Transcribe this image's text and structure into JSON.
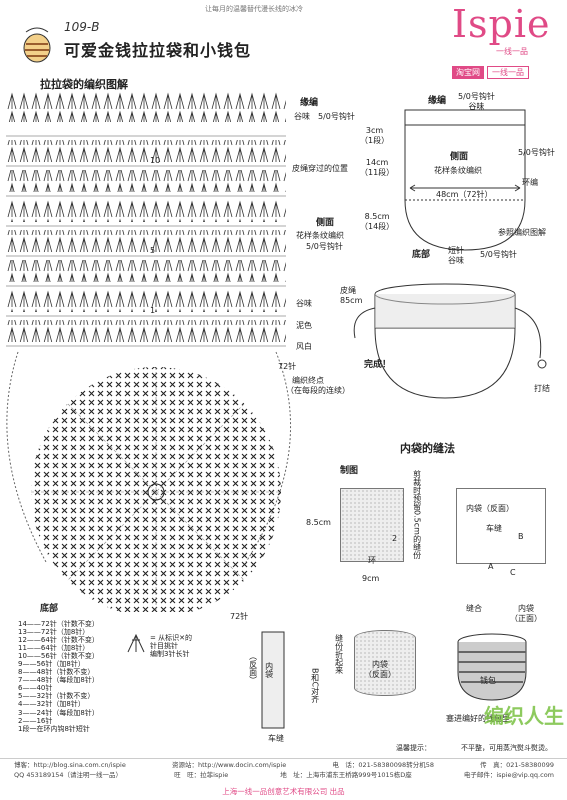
{
  "header": {
    "tagline": "让每月的温馨替代漫长线的冰冷",
    "code": "109-B",
    "title": "可爱金钱拉拉袋和小钱包",
    "brand": "Ispie",
    "brand_sub": "一线一品",
    "badge_left": "淘宝网",
    "badge_right": "一线一品"
  },
  "left": {
    "section_title": "拉拉袋的编织图解",
    "labels": {
      "edge": "缘编",
      "edge_detail": "谷味　5/0号钩针",
      "cord_pos": "皮绳穿过的位置",
      "side": "侧面",
      "side_detail": "花样条纹编织",
      "side_hook": "5/0号钩针",
      "c1": "谷味",
      "c2": "泥色",
      "c3": "风白",
      "stitches_72": "72针",
      "end_mark": "编织终点",
      "end_note": "（在每段的连续）",
      "bottom_72": "72针",
      "r10": "10",
      "r5": "5",
      "r1": "1"
    },
    "bottom_title": "底部",
    "bottom_rows": [
      "14——72针（针数不变）",
      "13——72针（加8针）",
      "12——64针（针数不变）",
      "11——64针（加8针）",
      "10——56针（针数不变）",
      "9——56针（加8针）",
      "8——48针（针数不变）",
      "7——48针（每段加8针）",
      "6——40针",
      "5——32针（针数不变）",
      "4——32针（加8针）",
      "3——24针（每段加8针）",
      "2——16针",
      "1段一在环内钩8针短针"
    ],
    "symbol_note": "= 从标识✕的\n针目挑针\n编制3针长针"
  },
  "right": {
    "bag_edge": "缘编",
    "bag_edge_detail": "5/0号钩针\n谷味",
    "h1": "3cm\n（1段）",
    "h2": "14cm\n（11段）",
    "h3": "8.5cm\n（14段）",
    "side": "侧面",
    "side_detail": "花样条纹编织",
    "width": "48cm（72针）",
    "hook_r": "5/0号钩针",
    "ring": "环编",
    "ref": "参照编织图解",
    "bottom": "底部",
    "bottom_detail": "短针\n谷味",
    "bottom_hook": "5/0号钩针",
    "cord": "皮绳\n85cm",
    "done": "完成！",
    "knot": "打结"
  },
  "inner": {
    "title": "内袋的缝法",
    "cut": "制图",
    "h": "8.5cm",
    "w": "9cm",
    "seam": "剪裁时预留0.5cm的缝份",
    "ring": "环",
    "two": "2",
    "inner_back": "内袋（反面）",
    "car_seam": "车缝",
    "a": "A",
    "b": "B",
    "c": "C",
    "seam_label": "缝合",
    "inner_front": "内袋\n（正面）",
    "pouch": "钱包",
    "fold": "缝份折起来",
    "bc": "B和C对齐",
    "inner_back2": "内袋\n（反面）",
    "back_vert": "（反面）",
    "inner_vert": "内袋",
    "car_seam2": "车缝",
    "into": "塞进编好的钱包里"
  },
  "notes": {
    "warm": "温馨提示：",
    "warm_text": "不平整，可用蒸汽熨斗熨烫。"
  },
  "footer": {
    "blog_label": "博客：",
    "blog": "http://blog.sina.com.cn/ispie",
    "res_label": "资源站：",
    "res": "http://www.docin.com/ispie",
    "tel_label": "电　话：",
    "tel": "021-58380098转分机58",
    "qq_label": "QQ",
    "qq": "453189154（请注明一线一品）",
    "wang_label": "旺　旺：",
    "wang": "拉菲ispie",
    "addr_label": "地　址：",
    "addr": "上海市浦东王桥路999号1015栋D座",
    "fax_label": "传　真：",
    "fax": "021-58380099",
    "mail_label": "电子邮件：",
    "mail": "ispie@vip.qq.com",
    "company": "上海一线一品创意艺术有限公司 出品"
  },
  "watermark": {
    "text": "编织人生"
  }
}
